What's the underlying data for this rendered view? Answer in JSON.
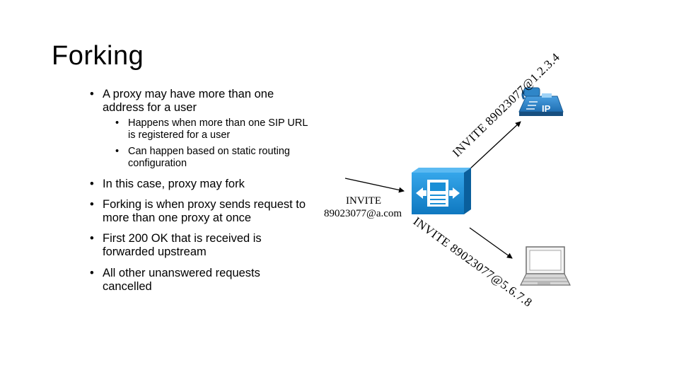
{
  "slide": {
    "title": "Forking",
    "bullets": [
      {
        "line1": "A proxy may have more than one",
        "line2": "address for a user"
      },
      {
        "line1": "In this case, proxy may fork"
      },
      {
        "line1": "Forking is when proxy sends request to",
        "line2": "more than one proxy at once"
      },
      {
        "line1": "First 200 OK that is received is",
        "line2": "forwarded upstream"
      },
      {
        "line1": "All other unanswered requests",
        "line2": "cancelled"
      }
    ],
    "sub_bullets": [
      {
        "line1": "Happens when more than one SIP URL",
        "line2": "is registered for a user"
      },
      {
        "line1": "Can happen based on static routing",
        "line2": "configuration"
      }
    ],
    "bullet_char": "•"
  },
  "diagram": {
    "incoming_label_1": "INVITE",
    "incoming_label_2": "89023077@a.com",
    "upper_label": "INVITE 89023077@1.2.3.4",
    "lower_label": "INVITE 89023077@5.6.7.8",
    "phone_badge": "IP",
    "colors": {
      "proxy_blue": "#1a8fd6",
      "phone_blue": "#2f86c8",
      "arrow": "#000000",
      "laptop_gray": "#8a8a8a"
    },
    "icons": [
      "proxy-server-icon",
      "ip-phone-icon",
      "laptop-icon"
    ]
  }
}
